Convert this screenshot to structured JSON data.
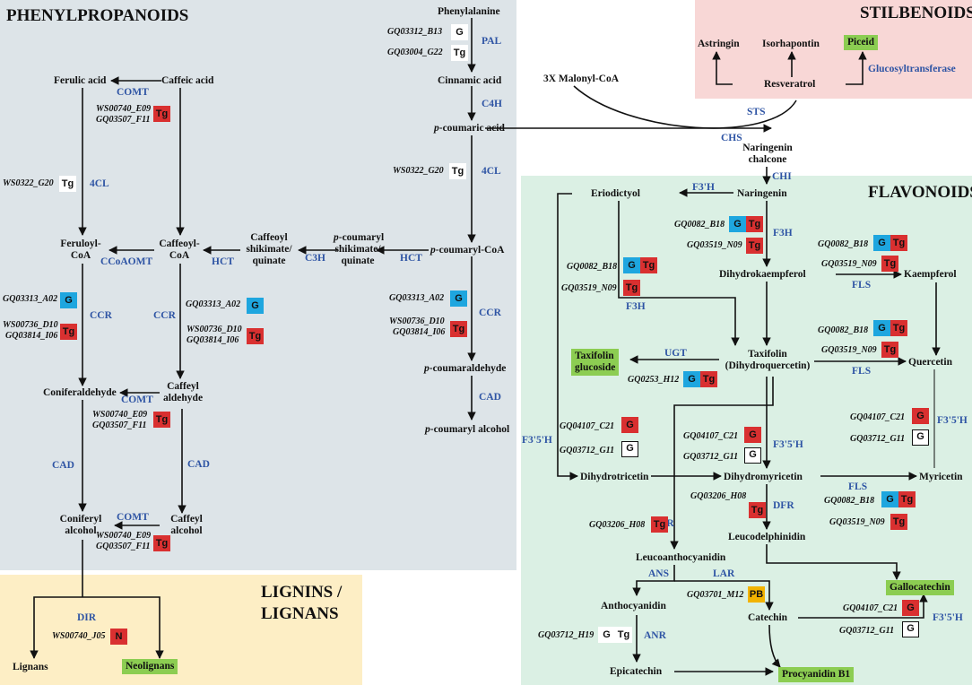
{
  "sections": {
    "phenylpropanoids": "PHENYLPROPANOIDS",
    "stilbenoids": "STILBENOIDS",
    "flavonoids": "FLAVONOIDS",
    "lignins_line1": "LIGNINS /",
    "lignins_line2": "LIGNANS"
  },
  "compounds": {
    "phenylalanine": "Phenylalanine",
    "cinnamic_acid": "Cinnamic acid",
    "p_coumaric_acid_prefix": "p",
    "p_coumaric_acid": "-coumaric acid",
    "p_coumaryl_coa_prefix": "p",
    "p_coumaryl_coa": "-coumaryl-CoA",
    "p_coumaraldehyde_prefix": "p",
    "p_coumaraldehyde": "-coumaraldehyde",
    "p_coumaryl_alcohol_prefix": "p",
    "p_coumaryl_alcohol": "-coumaryl alcohol",
    "p_coumaryl_shikimate_prefix": "p",
    "p_coumaryl_shikimate_l1": "-coumaryl",
    "p_coumaryl_shikimate_l2": "shikimate/",
    "p_coumaryl_shikimate_l3": "quinate",
    "caffeoyl_shikimate_l1": "Caffeoyl",
    "caffeoyl_shikimate_l2": "shikimate/",
    "caffeoyl_shikimate_l3": "quinate",
    "ferulic_acid": "Ferulic acid",
    "caffeic_acid": "Caffeic acid",
    "feruloyl_coa_l1": "Feruloyl-",
    "feruloyl_coa_l2": "CoA",
    "caffeoyl_coa_l1": "Caffeoyl-",
    "caffeoyl_coa_l2": "CoA",
    "coniferaldehyde": "Coniferaldehyde",
    "caffeyl_aldehyde_l1": "Caffeyl",
    "caffeyl_aldehyde_l2": "aldehyde",
    "coniferyl_alcohol_l1": "Coniferyl",
    "coniferyl_alcohol_l2": "alcohol",
    "caffeyl_alcohol_l1": "Caffeyl",
    "caffeyl_alcohol_l2": "alcohol",
    "lignans": "Lignans",
    "neolignans": "Neolignans",
    "malonyl_coa": "3X Malonyl-CoA",
    "astringin": "Astringin",
    "isorhapontin": "Isorhapontin",
    "piceid": "Piceid",
    "resveratrol": "Resveratrol",
    "naringenin_chalcone_l1": "Naringenin",
    "naringenin_chalcone_l2": "chalcone",
    "naringenin": "Naringenin",
    "eriodictyol": "Eriodictyol",
    "dihydrokaempferol": "Dihydrokaempferol",
    "kaempferol": "Kaempferol",
    "taxifolin_l1": "Taxifolin",
    "taxifolin_l2": "(Dihydroquercetin)",
    "taxifolin_glucoside_l1": "Taxifolin",
    "taxifolin_glucoside_l2": "glucoside",
    "quercetin": "Quercetin",
    "dihydrotricetin": "Dihydrotricetin",
    "dihydromyricetin": "Dihydromyricetin",
    "myricetin": "Myricetin",
    "leucodelphinidin": "Leucodelphinidin",
    "leucoanthocyanidin": "Leucoanthocyanidin",
    "gallocatechin": "Gallocatechin",
    "anthocyanidin": "Anthocyanidin",
    "catechin": "Catechin",
    "epicatechin": "Epicatechin",
    "procyanidin_b1": "Procyanidin B1"
  },
  "enzymes": {
    "pal": "PAL",
    "c4h": "C4H",
    "fourcl": "4CL",
    "fourcl_left": "4CL",
    "comt1": "COMT",
    "ccoaomt": "CCoAOMT",
    "hct1": "HCT",
    "c3h": "C3H",
    "hct2": "HCT",
    "ccr1": "CCR",
    "ccr2": "CCR",
    "ccr3": "CCR",
    "comt2": "COMT",
    "comt3": "COMT",
    "cad1": "CAD",
    "cad2": "CAD",
    "cad3": "CAD",
    "dir": "DIR",
    "sts": "STS",
    "chs": "CHS",
    "chi": "CHI",
    "glucosyltransferase": "Glucosyltransferase",
    "f3ph": "F3'H",
    "f3h1": "F3H",
    "f3h2": "F3H",
    "fls1": "FLS",
    "fls2": "FLS",
    "fls3": "FLS",
    "ugt": "UGT",
    "f35h_left": "F3'5'H",
    "f35h_mid": "F3'5'H",
    "f35h_right": "F3'5'H",
    "f35h_bottom": "F3'5'H",
    "dfr1": "DFR",
    "dfr2": "DFR",
    "ans": "ANS",
    "lar": "LAR",
    "anr": "ANR"
  },
  "genes": [
    {
      "id": "GQ03312_B13",
      "tags": [
        "G"
      ]
    },
    {
      "id": "GQ03004_G22",
      "tags": [
        "Tg"
      ]
    },
    {
      "id": "WS00740_E09",
      "tags": [
        "Tg"
      ]
    },
    {
      "id": "GQ03507_F11",
      "tags": []
    },
    {
      "id": "WS0322_G20",
      "tags": [
        "Tg"
      ]
    },
    {
      "id": "WS0322_G20",
      "tags": [
        "Tg"
      ]
    },
    {
      "id": "GQ03313_A02",
      "tags": [
        "G"
      ]
    },
    {
      "id": "GQ03313_A02",
      "tags": [
        "G"
      ]
    },
    {
      "id": "GQ03313_A02",
      "tags": [
        "G"
      ]
    },
    {
      "id": "WS00736_D10",
      "tags": [
        "Tg"
      ]
    },
    {
      "id": "GQ03814_I06",
      "tags": []
    },
    {
      "id": "WS00736_D10",
      "tags": [
        "Tg"
      ]
    },
    {
      "id": "GQ03814_I06",
      "tags": []
    },
    {
      "id": "WS00736_D10",
      "tags": [
        "Tg"
      ]
    },
    {
      "id": "GQ03814_I06",
      "tags": []
    },
    {
      "id": "WS00740_E09",
      "tags": [
        "Tg"
      ]
    },
    {
      "id": "GQ03507_F11",
      "tags": []
    },
    {
      "id": "WS00740_E09",
      "tags": [
        "Tg"
      ]
    },
    {
      "id": "GQ03507_F11",
      "tags": []
    },
    {
      "id": "WS00740_J05",
      "tags": [
        "N"
      ]
    },
    {
      "id": "GQ0082_B18",
      "tags": [
        "G",
        "Tg"
      ]
    },
    {
      "id": "GQ03519_N09",
      "tags": [
        "Tg"
      ]
    },
    {
      "id": "GQ0082_B18",
      "tags": [
        "G",
        "Tg"
      ]
    },
    {
      "id": "GQ03519_N09",
      "tags": [
        "Tg"
      ]
    },
    {
      "id": "GQ0082_B18",
      "tags": [
        "G",
        "Tg"
      ]
    },
    {
      "id": "GQ03519_N09",
      "tags": [
        "Tg"
      ]
    },
    {
      "id": "GQ0082_B18",
      "tags": [
        "G",
        "Tg"
      ]
    },
    {
      "id": "GQ03519_N09",
      "tags": [
        "Tg"
      ]
    },
    {
      "id": "GQ0253_H12",
      "tags": [
        "G",
        "Tg"
      ]
    },
    {
      "id": "GQ04107_C21",
      "tags": [
        "G"
      ]
    },
    {
      "id": "GQ03712_G11",
      "tags": [
        "G"
      ]
    },
    {
      "id": "GQ04107_C21",
      "tags": [
        "G"
      ]
    },
    {
      "id": "GQ03712_G11",
      "tags": [
        "G"
      ]
    },
    {
      "id": "GQ04107_C21",
      "tags": [
        "G"
      ]
    },
    {
      "id": "GQ03712_G11",
      "tags": [
        "G"
      ]
    },
    {
      "id": "GQ03206_H08",
      "tags": [
        "Tg"
      ]
    },
    {
      "id": "GQ03206_H08",
      "tags": [
        "Tg"
      ]
    },
    {
      "id": "GQ0082_B18",
      "tags": [
        "G",
        "Tg"
      ]
    },
    {
      "id": "GQ03519_N09",
      "tags": [
        "Tg"
      ]
    },
    {
      "id": "GQ03701_M12",
      "tags": [
        "PB"
      ]
    },
    {
      "id": "GQ04107_C21",
      "tags": [
        "G"
      ]
    },
    {
      "id": "GQ03712_G11",
      "tags": [
        "G"
      ]
    },
    {
      "id": "GQ03712_H19",
      "tags": [
        "G",
        "Tg"
      ]
    }
  ],
  "colors": {
    "phenylpropanoids_bg": "#dde4e8",
    "stilbenoids_bg": "#f8d7d6",
    "flavonoids_bg": "#dbf0e4",
    "lignins_bg": "#fdeec5",
    "enzyme_text": "#2e54a4",
    "tag_g": "#1ea6df",
    "tag_tg": "#d93030",
    "tag_pb": "#f2b300",
    "product_box": "#8ccd52"
  }
}
